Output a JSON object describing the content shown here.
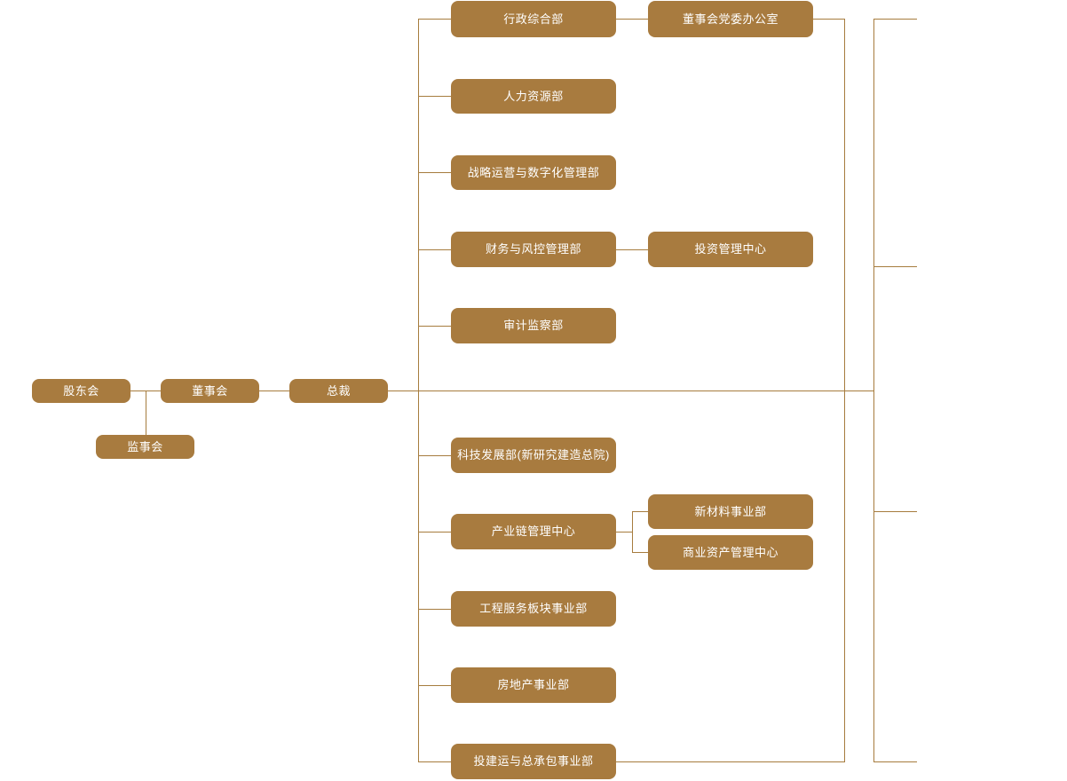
{
  "chart_title": "",
  "theme": {
    "node_fill": "#A87B3F",
    "node_text": "#FFFFFF",
    "connector": "#A67C3E",
    "background": "#FFFFFF"
  },
  "nodes": {
    "shareholders": {
      "label": "股东会"
    },
    "board": {
      "label": "董事会"
    },
    "supervisors": {
      "label": "监事会"
    },
    "president": {
      "label": "总裁"
    },
    "admin_general": {
      "label": "行政综合部"
    },
    "board_party_office": {
      "label": "董事会党委办公室"
    },
    "human_resources": {
      "label": "人力资源部"
    },
    "strategy_digital": {
      "label": "战略运营与数字化管理部"
    },
    "finance_risk": {
      "label": "财务与风控管理部"
    },
    "investment_center": {
      "label": "投资管理中心"
    },
    "audit_supervision": {
      "label": "审计监察部"
    },
    "tech_development": {
      "label": "科技发展部(新研究建造总院)"
    },
    "industry_chain": {
      "label": "产业链管理中心"
    },
    "new_materials": {
      "label": "新材料事业部"
    },
    "commercial_assets": {
      "label": "商业资产管理中心"
    },
    "engineering_services": {
      "label": "工程服务板块事业部"
    },
    "real_estate": {
      "label": "房地产事业部"
    },
    "invest_build_epc": {
      "label": "投建运与总承包事业部"
    }
  }
}
